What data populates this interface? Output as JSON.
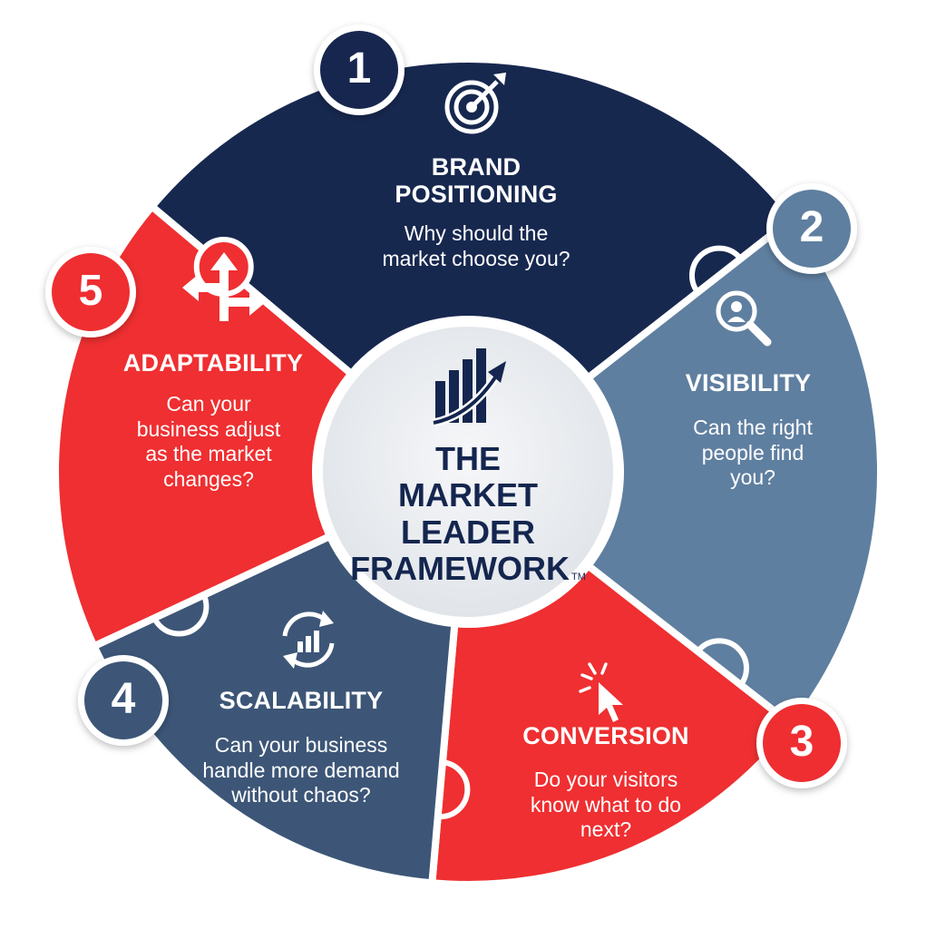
{
  "center": {
    "line1": "THE",
    "line2": "MARKET LEADER",
    "line3": "FRAMEWORK",
    "trademark": "TM",
    "icon": "growth-chart-icon"
  },
  "colors": {
    "navy": "#17284f",
    "steel_blue": "#5f7fa0",
    "red": "#ef2f31",
    "slate_blue": "#3d5677",
    "center_bg": "#eef0f3",
    "text_dark": "#14264f"
  },
  "segments": [
    {
      "number": "1",
      "title_line1": "BRAND",
      "title_line2": "POSITIONING",
      "question_line1": "Why should the",
      "question_line2": "market choose you?",
      "icon": "target-icon",
      "color": "#17284f"
    },
    {
      "number": "2",
      "title_line1": "VISIBILITY",
      "question_line1": "Can the right",
      "question_line2": "people find",
      "question_line3": "you?",
      "icon": "search-person-icon",
      "color": "#5f7fa0"
    },
    {
      "number": "3",
      "title_line1": "CONVERSION",
      "question_line1": "Do your visitors",
      "question_line2": "know what to do",
      "question_line3": "next?",
      "icon": "cursor-click-icon",
      "color": "#ef2f31"
    },
    {
      "number": "4",
      "title_line1": "SCALABILITY",
      "question_line1": "Can your business",
      "question_line2": "handle more demand",
      "question_line3": "without chaos?",
      "icon": "growth-cycle-icon",
      "color": "#3d5677"
    },
    {
      "number": "5",
      "title_line1": "ADAPTABILITY",
      "question_line1": "Can your",
      "question_line2": "business adjust",
      "question_line3": "as the market",
      "question_line4": "changes?",
      "icon": "direction-arrows-icon",
      "color": "#ef2f31"
    }
  ]
}
